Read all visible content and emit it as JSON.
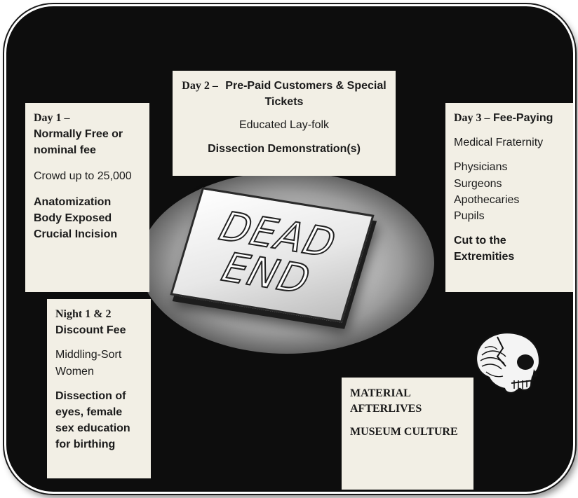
{
  "sign": {
    "line1": "DEAD",
    "line2": "END"
  },
  "day1": {
    "title": "Day 1 –",
    "subtitle": "Normally Free or nominal fee",
    "audience": "Crowd up to 25,000",
    "activity": "Anatomization\nBody Exposed\nCrucial Incision"
  },
  "day2": {
    "title": "Day 2 –",
    "subtitle": "Pre-Paid Customers & Special Tickets",
    "audience": "Educated Lay-folk",
    "activity": "Dissection Demonstration(s)"
  },
  "day3": {
    "title": "Day 3 –",
    "subtitle": "Fee-Paying",
    "audience": "Medical Fraternity",
    "audience_list": "Physicians\nSurgeons\nApothecaries\nPupils",
    "activity": "Cut to the\nExtremities"
  },
  "night": {
    "title": "Night 1 & 2",
    "subtitle": "Discount Fee",
    "audience": "Middling-Sort\nWomen",
    "activity": "Dissection of eyes, female sex education for birthing"
  },
  "material": {
    "line1": "MATERIAL AFTERLIVES",
    "line2": "MUSEUM CULTURE"
  },
  "colors": {
    "background": "#0d0d0d",
    "box": "#f2efe5",
    "frame_border": "#ffffff"
  },
  "icons": [
    "skull-icon"
  ]
}
